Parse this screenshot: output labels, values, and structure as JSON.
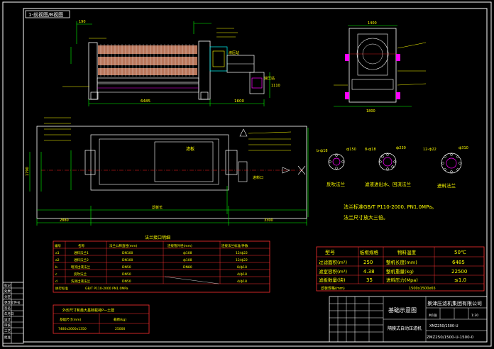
{
  "tab_label": "1-前视图/B视图",
  "colors": {
    "background": "#000000",
    "outline": "#ffffff",
    "dimension": "#00ff00",
    "text": "#ffff00",
    "plates": "#d98c6c",
    "table_border": "#ff3030",
    "centerline": "#ff2020",
    "piping": "#ff00ff",
    "hydraulic": "#00ffff"
  },
  "front_view": {
    "dims": {
      "overall": "6485",
      "top_left": "190",
      "right_section": "1600",
      "right_height": "1110"
    },
    "labels": {
      "hydraulic": "液压站",
      "station": "液压站"
    }
  },
  "top_view": {
    "dims": {
      "width": "1790",
      "left_span": "2880",
      "right_span": "3300",
      "middle": "滤板长"
    },
    "labels": {
      "plate_region": "滤板",
      "inlet": "进料口"
    }
  },
  "side_view": {
    "dims": {
      "top": "1400",
      "bottom": "1800"
    }
  },
  "flanges": {
    "items": [
      {
        "label": "反吹法兰",
        "mark": "b-ф18",
        "dia": "ф150"
      },
      {
        "label": "滤液进出水、回流法兰",
        "mark": "8-ф18",
        "dia": "ф230"
      },
      {
        "label": "进料法兰",
        "mark": "12-ф22",
        "dia": "ф310"
      }
    ],
    "note_line1": "法兰标准GB/T P110-2000, PN1.0MPa。",
    "note_line2": "法兰尺寸放大三倍。"
  },
  "nozzle_table": {
    "title": "法兰接口明细",
    "headers": [
      "编号",
      "名称",
      "法兰公称直径(mm)",
      "连接管外径(mm)",
      "连接法兰标准/件数"
    ],
    "rows": [
      [
        "a1",
        "进料法兰1",
        "DN100",
        "ф108",
        "12/ф22"
      ],
      [
        "a2",
        "进料法兰2",
        "DN100",
        "ф108",
        "12/ф22"
      ],
      [
        "b",
        "暗流出液法兰",
        "DN50",
        "DN80",
        "8/ф18"
      ],
      [
        "c",
        "反吹法兰",
        "DN50",
        "",
        "4/ф18"
      ],
      [
        "d",
        "洗涤出液法兰",
        "DN50",
        "",
        "4/ф18"
      ]
    ],
    "footer_label": "执行标准",
    "footer_value": "GB/T P110-2000 PN1.0MPa"
  },
  "load_table": {
    "title": "外形尺寸和最大基础载荷P—土建",
    "rows": [
      [
        "基础尺寸(mm)",
        "载荷(kg)"
      ],
      [
        "7480x2000x1350",
        "25000"
      ]
    ]
  },
  "spec_table": {
    "rows": [
      [
        "型号",
        "板框规格",
        "物料温度",
        "50℃"
      ],
      [
        "过滤面积(m²)",
        "250",
        "整机长度(mm)",
        "6485"
      ],
      [
        "滤室容积(m³)",
        "4.38",
        "整机重量(kg)",
        "22500"
      ],
      [
        "滤板数量(块)",
        "35",
        "进料压力(Mpa)",
        "≤1.0"
      ]
    ],
    "extra_label": "滤板规格(mm)",
    "extra_value": "1500x1500x65"
  },
  "title_block": {
    "company": "景津压滤机集团有限公司",
    "drawing_title": "基础示意图",
    "model_name": "隔膜式自动压滤机",
    "code": "XMZ250/1500-U",
    "drawing_no": "ZMZ250/1500-U-1500-0",
    "scale": "1:30",
    "sheet": "共1张"
  },
  "revision_block": {
    "labels": [
      "标记",
      "处数",
      "分区",
      "更改文件号",
      "签名",
      "年月日",
      "设计",
      "审核",
      "工艺",
      "批准"
    ]
  }
}
